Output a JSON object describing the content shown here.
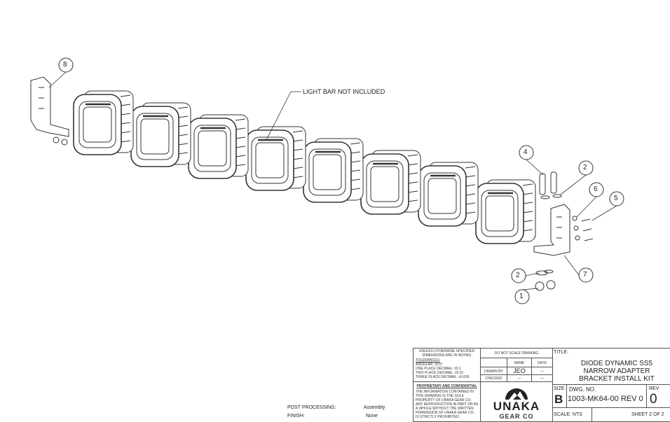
{
  "callout": "LIGHT BAR NOT INCLUDED",
  "balloons": [
    "8",
    "4",
    "2",
    "6",
    "5",
    "7",
    "2",
    "1"
  ],
  "notes": {
    "post_processing_label": "POST PROCESSING:",
    "post_processing_value": "Assembly",
    "finish_label": "FINISH:",
    "finish_value": "None"
  },
  "title_block": {
    "unless": "UNLESS OTHERWISE SPECIFIED",
    "dims": "DIMENSIONS ARE IN INCHES",
    "tol_head": "TOLERANCES:",
    "tol": [
      "ANGULAR: ±0.5°",
      "ONE PLACE DECIMAL: ±0.1",
      "TWO PLACE DECIMAL: ±0.01",
      "THREE PLACE DECIMAL: ±0.005"
    ],
    "do_not_scale": "DO NOT SCALE DRAWING",
    "name_h": "NAME",
    "date_h": "DATE",
    "drawn_by": "DRAWN BY",
    "drawn_name": "JEO",
    "drawn_date": "—",
    "checked": "CHECKED",
    "checked_name": "—",
    "checked_date": "—",
    "prop_head": "PROPRIETARY AND CONFIDENTIAL",
    "prop_text": "THE INFORMATION CONTAINED IN THIS DRAWING IS THE SOLE PROPERTY OF UNAKA GEAR CO. ANY REPRODUCTION IN PART OR AS A WHOLE WITHOUT THE WRITTEN PERMISSION OF UNAKA GEAR CO. IS STRICTLY PROHIBITED.",
    "logo_top": "UNAKA",
    "logo_bottom": "GEAR CO",
    "title_label": "TITLE:",
    "title": [
      "DIODE DYNAMIC SS5",
      "NARROW ADAPTER",
      "BRACKET INSTALL KIT"
    ],
    "size_label": "SIZE",
    "size": "B",
    "dwg_label": "DWG.  NO.",
    "dwg": "1003-MK64-00 REV 0",
    "rev_label": "REV",
    "rev": "0",
    "scale": "SCALE: NTS",
    "sheet": "SHEET 2 OF 2"
  }
}
